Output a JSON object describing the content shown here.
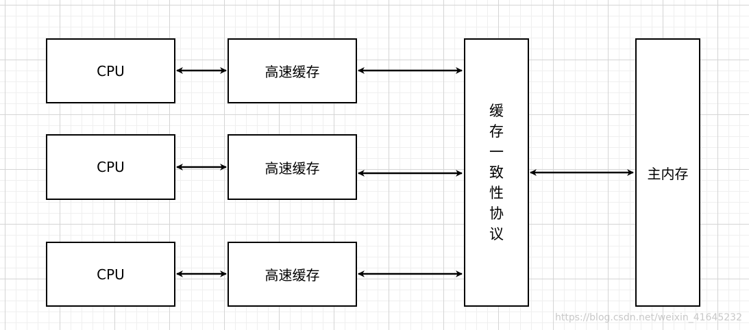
{
  "diagram": {
    "cpus": [
      {
        "label": "CPU"
      },
      {
        "label": "CPU"
      },
      {
        "label": "CPU"
      }
    ],
    "caches": [
      {
        "label": "高速缓存"
      },
      {
        "label": "高速缓存"
      },
      {
        "label": "高速缓存"
      }
    ],
    "protocol": {
      "label": "缓存一致性协议",
      "chars": [
        "缓",
        "存",
        "一",
        "致",
        "性",
        "协",
        "议"
      ]
    },
    "main_memory": {
      "label": "主内存"
    },
    "watermark": "https://blog.csdn.net/weixin_41645232"
  }
}
